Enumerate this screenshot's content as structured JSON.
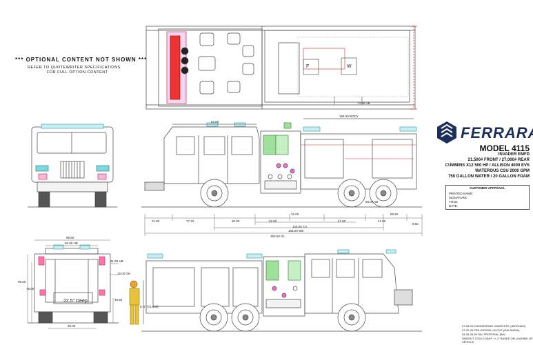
{
  "notes": {
    "optional": "*** OPTIONAL CONTENT NOT SHOWN ***",
    "refer": "REFER TO QUOTEWRITER SPECIFICATIONS",
    "full": "FOR FULL OPTION CONTENT"
  },
  "brand": {
    "name": "FERRARA",
    "color": "#1c2f5c"
  },
  "spec": {
    "model": "MODEL 4115",
    "chassis": "INVADER EMFD",
    "axles": "21,500# FRONT / 27,000# REAR",
    "engine": "CUMMINS X12 500 HP / ALLISON 4000 EVS",
    "pump": "WATEROUS CSU 2000 GPM",
    "tank": "750 GALLON WATER / 20 GALLON FOAM"
  },
  "approval": {
    "title": "CUSTOMER APPROVAL",
    "printed_name": "PRINTED NAME:",
    "signature": "SIGNATURE:",
    "title_field": "TITLE:",
    "date": "DATE:"
  },
  "revisions": [
    "07-28-25 ENGINEERING COMPLETE (JMOONAN)",
    "07-22-25 PRE-DESIGN LAYOUT (DOLAN/MA)",
    "04-28-25 INITIAL PROPOSAL (BH)",
    "*WEIGHT COULD VARY +/- 2\" BASED ON LOADING OF VEHICLE"
  ],
  "dimensions": {
    "top_width": "73.50 HB",
    "body_len": "156.50 BODY",
    "cab_len": "62.00",
    "ground_h": "58.00 AB",
    "seg1": "21.00",
    "seg2": "77.10",
    "seg3": "60.00",
    "seg4": "52.00",
    "seg5": "31.00",
    "seg6": "47.00",
    "seg7": "41.50",
    "seg8": "58.50",
    "seg9": "9.00",
    "ca": "125.00 CA",
    "wb": "183.00 WB",
    "oal": "390.50 OL",
    "rear_w1": "99.50",
    "rear_w2": "69.00 HB",
    "rear_h1": "41.50 HB",
    "rear_h2": "15.00 OH",
    "rear_h3": "48.50",
    "rear_h4": "96.00",
    "rear_h5": "75.00",
    "rear_deep": "22.5\" Deep",
    "rear_base": "36.00",
    "person": "6'-0\" [72.000]",
    "tank_f": "F",
    "tank_w": "W"
  }
}
